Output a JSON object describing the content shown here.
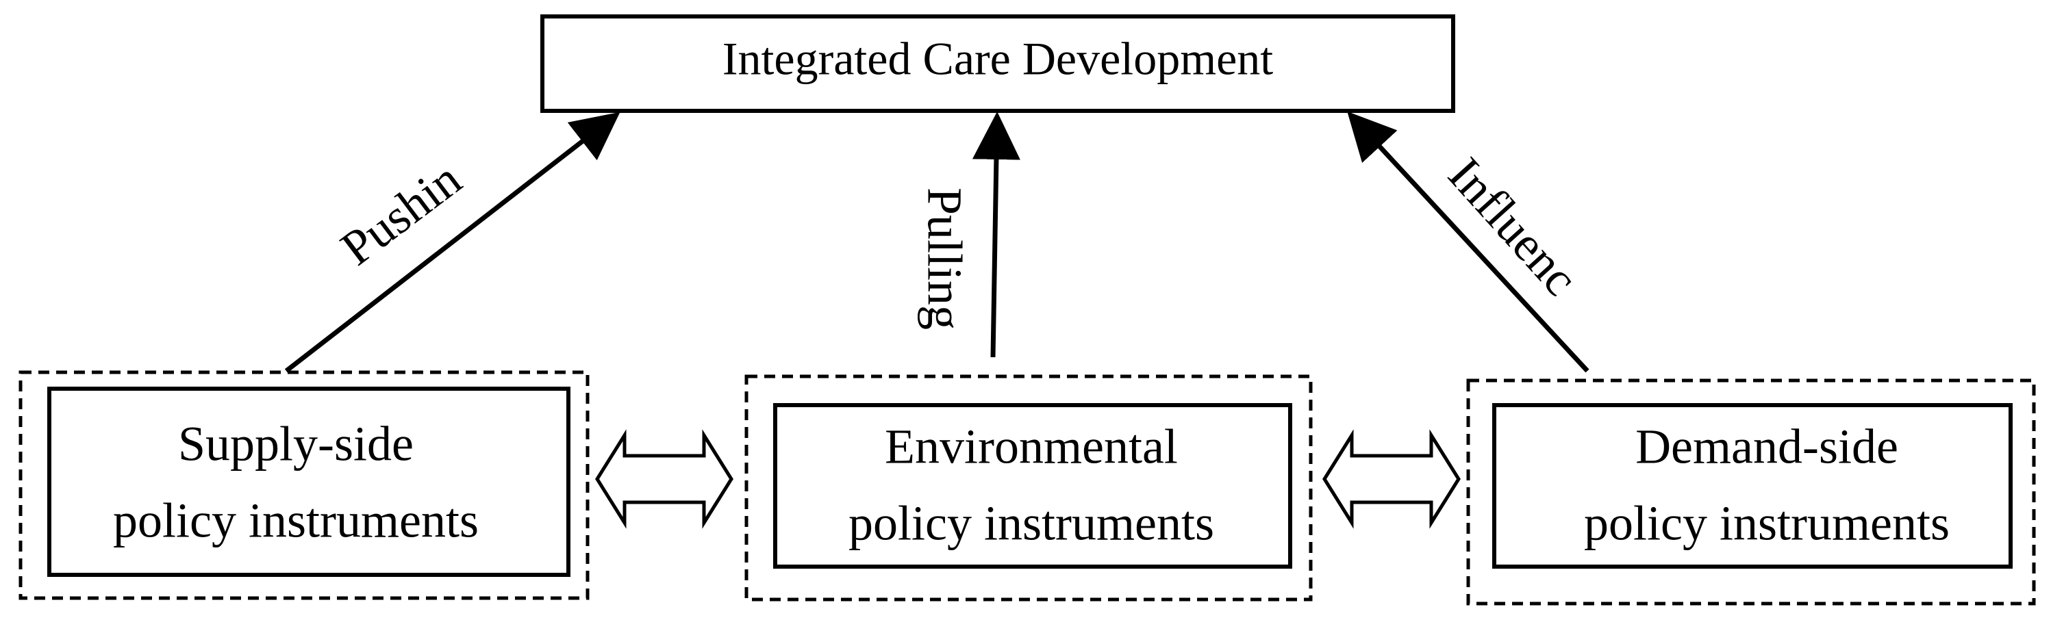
{
  "top_box": {
    "label": "Integrated Care Development"
  },
  "groups": [
    {
      "line1": "Supply-side",
      "line2": "policy instruments"
    },
    {
      "line1": "Environmental",
      "line2": "policy instruments"
    },
    {
      "line1": "Demand-side",
      "line2": "policy instruments"
    }
  ],
  "arrows": [
    {
      "label": "Pushin"
    },
    {
      "label": "Pulling"
    },
    {
      "label": "Influenc"
    }
  ],
  "colors": {
    "stroke": "#000000",
    "background": "#ffffff"
  }
}
